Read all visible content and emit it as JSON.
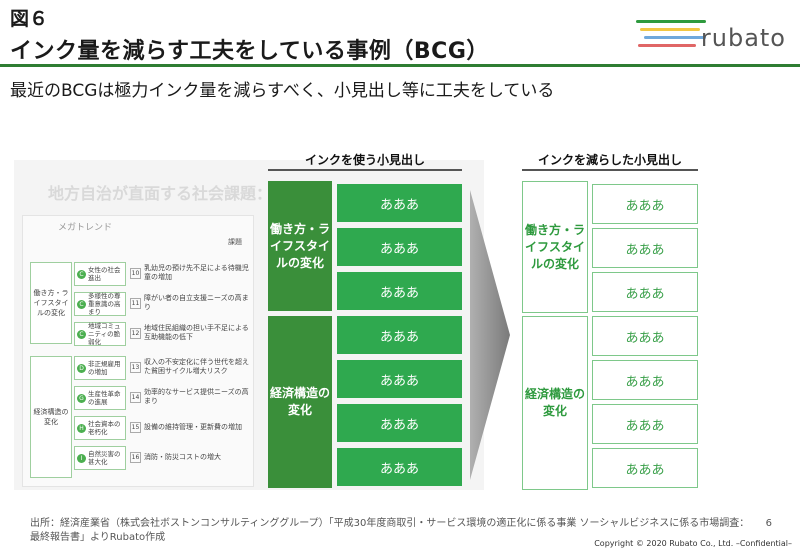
{
  "header": {
    "figure_label": "図６",
    "title": "インク量を減らす工夫をしている事例（BCG）",
    "subtitle": "最近のBCGは極力インク量を減らすべく、小見出し等に工夫をしている"
  },
  "logo": {
    "text": "rubato",
    "colors": [
      "#2e9a3e",
      "#f2c744",
      "#6fa8dc",
      "#e06666"
    ]
  },
  "background_report": {
    "header": "地方自治が直面する社会課題：課",
    "panel_title": "メガトレンド",
    "panel_side": "課題",
    "categories": [
      {
        "label": "働き方・ライフスタイルの変化"
      },
      {
        "label": "経済構造の変化"
      }
    ],
    "items": [
      {
        "mark": "C",
        "label": "女性の社会進出",
        "num": "10",
        "desc": "乳幼児の預け先不足による待機児童の増加"
      },
      {
        "mark": "C",
        "label": "多様性の尊重意識の高まり",
        "num": "11",
        "desc": "障がい者の自立支援ニーズの高まり"
      },
      {
        "mark": "C",
        "label": "地域コミュニティの脆弱化",
        "num": "12",
        "desc": "地域住民組織の担い手不足による互助機能の低下"
      },
      {
        "mark": "D",
        "label": "非正規雇用の増加",
        "num": "13",
        "desc": "収入の不安定化に伴う世代を超えた貧困サイクル増大リスク"
      },
      {
        "mark": "G",
        "label": "生産性革命の進展",
        "num": "14",
        "desc": "効率的なサービス提供ニーズの高まり"
      },
      {
        "mark": "H",
        "label": "社会資本の老朽化",
        "num": "15",
        "desc": "設備の維持管理・更新費の増加"
      },
      {
        "mark": "I",
        "label": "自然災害の甚大化",
        "num": "16",
        "desc": "消防・防災コストの増大"
      }
    ]
  },
  "left_diagram": {
    "heading": "インクを使う小見出し",
    "groups": [
      "働き方・ライフスタイルの変化",
      "経済構造の変化"
    ],
    "cells": [
      "あああ",
      "あああ",
      "あああ",
      "あああ",
      "あああ",
      "あああ",
      "あああ"
    ]
  },
  "right_diagram": {
    "heading": "インクを減らした小見出し",
    "groups": [
      "働き方・ライフスタイルの変化",
      "経済構造の変化"
    ],
    "cells": [
      "あああ",
      "あああ",
      "あああ",
      "あああ",
      "あああ",
      "あああ",
      "あああ"
    ]
  },
  "footer": {
    "source": "出所：経済産業省（株式会社ボストンコンサルティンググループ）「平成30年度商取引・サービス環境の適正化に係る事業 ソーシャルビジネスに係る市場調査：最終報告書」よりRubato作成",
    "page_number": "6",
    "copyright": "Copyright © 2020 Rubato Co., Ltd. –Confidential–"
  }
}
